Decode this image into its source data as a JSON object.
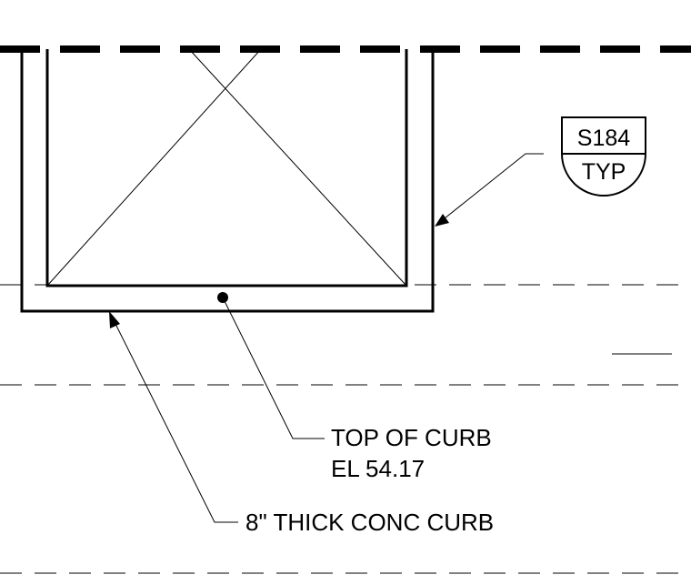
{
  "detail_tag": {
    "number": "S184",
    "note": "TYP"
  },
  "annotations": {
    "top_of_curb_line1": "TOP OF CURB",
    "top_of_curb_line2": "EL 54.17",
    "curb_label": "8\" THICK CONC CURB"
  },
  "colors": {
    "ink": "#000000",
    "background": "#ffffff"
  }
}
